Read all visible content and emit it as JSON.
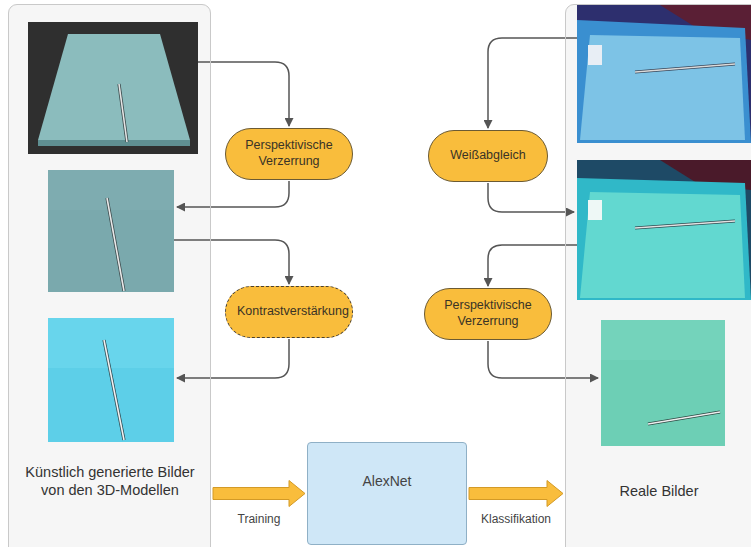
{
  "diagram": {
    "nodes": [
      {
        "text": [
          "Künstlich generierte Bilder von den 3D-Modellen"
        ]
      },
      {
        "text": [
          "Perspektivische Verzerrung"
        ]
      },
      {
        "text": [
          "Kontrastverstärkung"
        ]
      },
      {
        "text": [
          "Weißabgleich"
        ]
      },
      {
        "text": [
          "Perspektivische Verzerrung"
        ]
      },
      {
        "text": [
          "AlexNet"
        ]
      },
      {
        "text": [
          "Reale Bilder"
        ]
      }
    ],
    "edges": [
      {
        "from": 0,
        "to": 5,
        "label": "Training",
        "arrow": "to"
      },
      {
        "from": 5,
        "to": 6,
        "label": "Klassifikation",
        "arrow": "to"
      }
    ]
  }
}
